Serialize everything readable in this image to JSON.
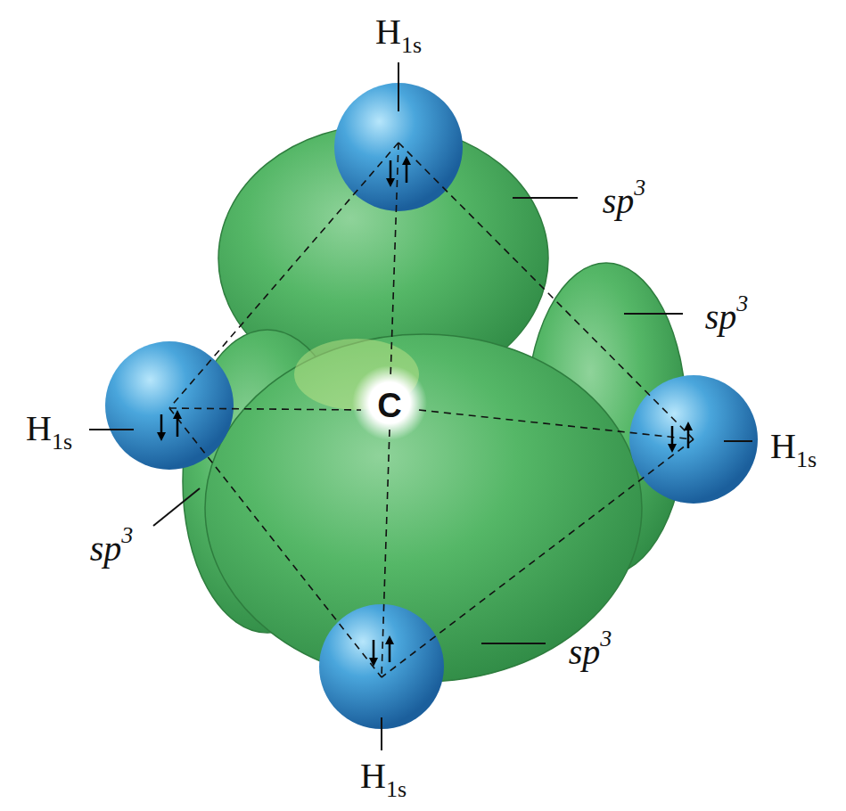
{
  "diagram": {
    "labels": [
      "H1s",
      "sp3",
      "sp3",
      "H1s",
      "C",
      "H1s",
      "sp3",
      "sp3",
      "H1s"
    ]
  }
}
